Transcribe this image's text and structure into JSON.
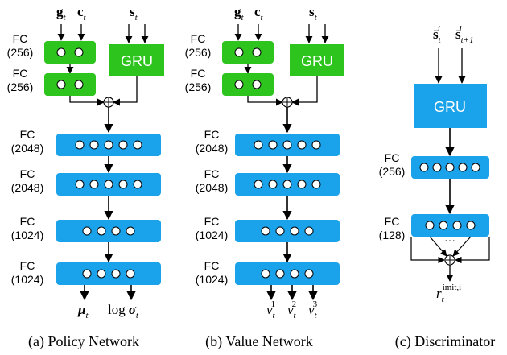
{
  "panels": {
    "policy": {
      "caption": "(a) Policy Network",
      "inputs": {
        "goal": "g",
        "context": "c",
        "state": "s",
        "sub": "t"
      },
      "gru_label": "GRU",
      "small_layers": [
        {
          "fc": "FC",
          "units": "(256)"
        },
        {
          "fc": "FC",
          "units": "(256)"
        }
      ],
      "big_layers": [
        {
          "fc": "FC",
          "units": "(2048)"
        },
        {
          "fc": "FC",
          "units": "(2048)"
        },
        {
          "fc": "FC",
          "units": "(1024)"
        },
        {
          "fc": "FC",
          "units": "(1024)"
        }
      ],
      "outputs": {
        "mu": "μ",
        "log": "log",
        "sigma": "σ",
        "sub": "t"
      }
    },
    "value": {
      "caption": "(b) Value Network",
      "inputs": {
        "goal": "g",
        "context": "c",
        "state": "s",
        "sub": "t"
      },
      "gru_label": "GRU",
      "small_layers": [
        {
          "fc": "FC",
          "units": "(256)"
        },
        {
          "fc": "FC",
          "units": "(256)"
        }
      ],
      "big_layers": [
        {
          "fc": "FC",
          "units": "(2048)"
        },
        {
          "fc": "FC",
          "units": "(2048)"
        },
        {
          "fc": "FC",
          "units": "(1024)"
        },
        {
          "fc": "FC",
          "units": "(1024)"
        }
      ],
      "outputs": {
        "v": "v",
        "items": [
          {
            "sub": "t",
            "sup": "1"
          },
          {
            "sub": "t",
            "sup": "2"
          },
          {
            "sub": "t",
            "sup": "3"
          }
        ]
      }
    },
    "discriminator": {
      "caption": "(c) Discriminator",
      "inputs": [
        {
          "base": "s̄",
          "sub": "t",
          "sup": "i"
        },
        {
          "base": "s̄",
          "sub": "t+1",
          "sup": "i"
        }
      ],
      "gru_label": "GRU",
      "layers": [
        {
          "fc": "FC",
          "units": "(256)"
        },
        {
          "fc": "FC",
          "units": "(128)"
        }
      ],
      "ellipsis": "···",
      "output": {
        "base": "r",
        "sub": "t",
        "sup": "imit,i"
      }
    }
  },
  "colors": {
    "green": "#2ec41e",
    "blue": "#1aa2ea",
    "stroke": "#000000"
  }
}
